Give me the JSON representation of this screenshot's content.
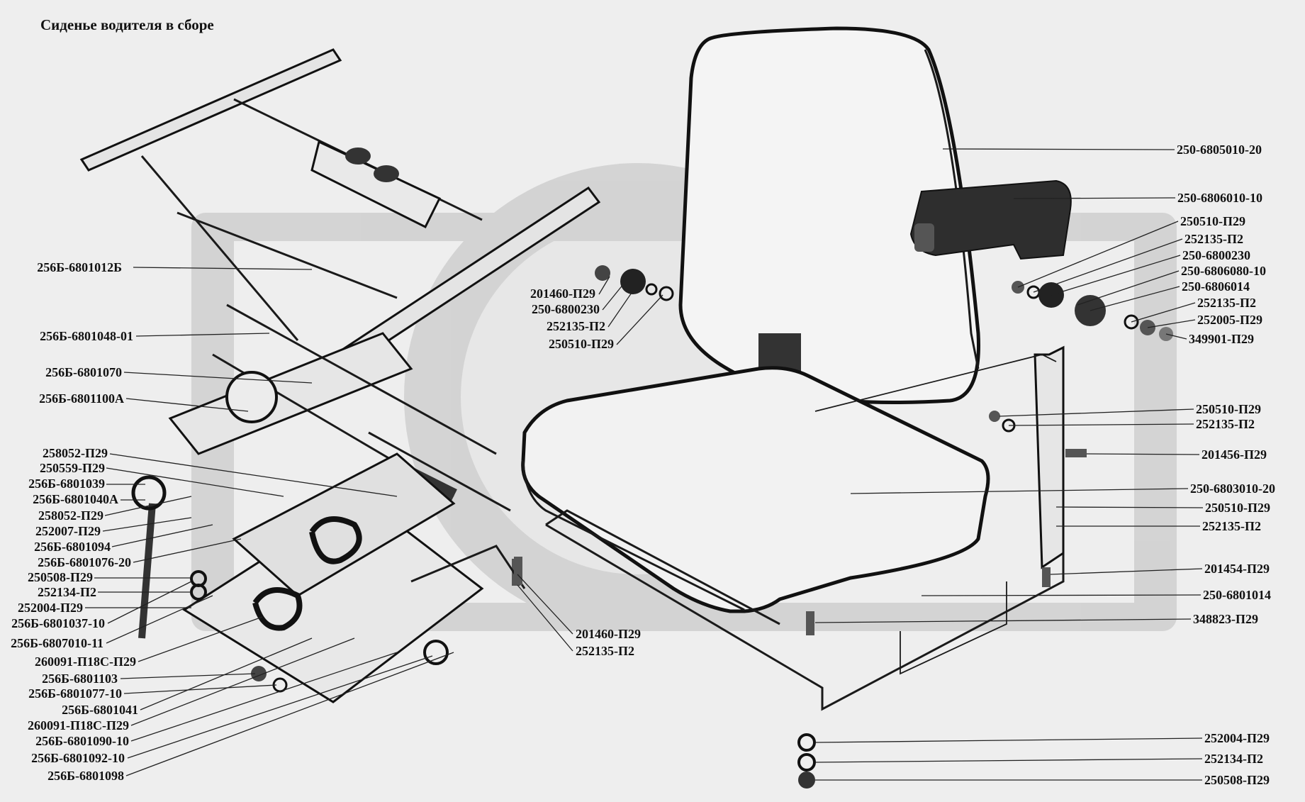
{
  "title": "Сиденье водителя в сборе",
  "parts": [
    {
      "id": "p01",
      "label": "256Б-6801012Б"
    },
    {
      "id": "p02",
      "label": "256Б-6801048-01"
    },
    {
      "id": "p03",
      "label": "256Б-6801070"
    },
    {
      "id": "p04",
      "label": "256Б-6801100А"
    },
    {
      "id": "p05",
      "label": "258052-П29"
    },
    {
      "id": "p06",
      "label": "250559-П29"
    },
    {
      "id": "p07",
      "label": "256Б-6801039"
    },
    {
      "id": "p08",
      "label": "256Б-6801040А"
    },
    {
      "id": "p09",
      "label": "258052-П29"
    },
    {
      "id": "p10",
      "label": "252007-П29"
    },
    {
      "id": "p11",
      "label": "256Б-6801094"
    },
    {
      "id": "p12",
      "label": "256Б-6801076-20"
    },
    {
      "id": "p13",
      "label": "250508-П29"
    },
    {
      "id": "p14",
      "label": "252134-П2"
    },
    {
      "id": "p15",
      "label": "252004-П29"
    },
    {
      "id": "p16",
      "label": "256Б-6801037-10"
    },
    {
      "id": "p17",
      "label": "256Б-6807010-11"
    },
    {
      "id": "p18",
      "label": "260091-П18С-П29"
    },
    {
      "id": "p19",
      "label": "256Б-6801103"
    },
    {
      "id": "p20",
      "label": "256Б-6801077-10"
    },
    {
      "id": "p21",
      "label": "256Б-6801041"
    },
    {
      "id": "p22",
      "label": "260091-П18С-П29"
    },
    {
      "id": "p23",
      "label": "256Б-6801090-10"
    },
    {
      "id": "p24",
      "label": "256Б-6801092-10"
    },
    {
      "id": "p25",
      "label": "256Б-6801098"
    },
    {
      "id": "p26",
      "label": "201460-П29"
    },
    {
      "id": "p27",
      "label": "250-6800230"
    },
    {
      "id": "p28",
      "label": "252135-П2"
    },
    {
      "id": "p29",
      "label": "250510-П29"
    },
    {
      "id": "p30",
      "label": "201460-П29"
    },
    {
      "id": "p31",
      "label": "252135-П2"
    },
    {
      "id": "p32",
      "label": "250-6805010-20"
    },
    {
      "id": "p33",
      "label": "250-6806010-10"
    },
    {
      "id": "p34",
      "label": "250510-П29"
    },
    {
      "id": "p35",
      "label": "252135-П2"
    },
    {
      "id": "p36",
      "label": "250-6800230"
    },
    {
      "id": "p37",
      "label": "250-6806080-10"
    },
    {
      "id": "p38",
      "label": "250-6806014"
    },
    {
      "id": "p39",
      "label": "252135-П2"
    },
    {
      "id": "p40",
      "label": "252005-П29"
    },
    {
      "id": "p41",
      "label": "349901-П29"
    },
    {
      "id": "p42",
      "label": "250510-П29"
    },
    {
      "id": "p43",
      "label": "252135-П2"
    },
    {
      "id": "p44",
      "label": "201456-П29"
    },
    {
      "id": "p45",
      "label": "250-6803010-20"
    },
    {
      "id": "p46",
      "label": "250510-П29"
    },
    {
      "id": "p47",
      "label": "252135-П2"
    },
    {
      "id": "p48",
      "label": "201454-П29"
    },
    {
      "id": "p49",
      "label": "250-6801014"
    },
    {
      "id": "p50",
      "label": "348823-П29"
    },
    {
      "id": "p51",
      "label": "252004-П29"
    },
    {
      "id": "p52",
      "label": "252134-П2"
    },
    {
      "id": "p53",
      "label": "250508-П29"
    }
  ],
  "colors": {
    "background": "#eeeeee",
    "ink": "#1a1a1a",
    "watermark": "#cfcfcf"
  }
}
